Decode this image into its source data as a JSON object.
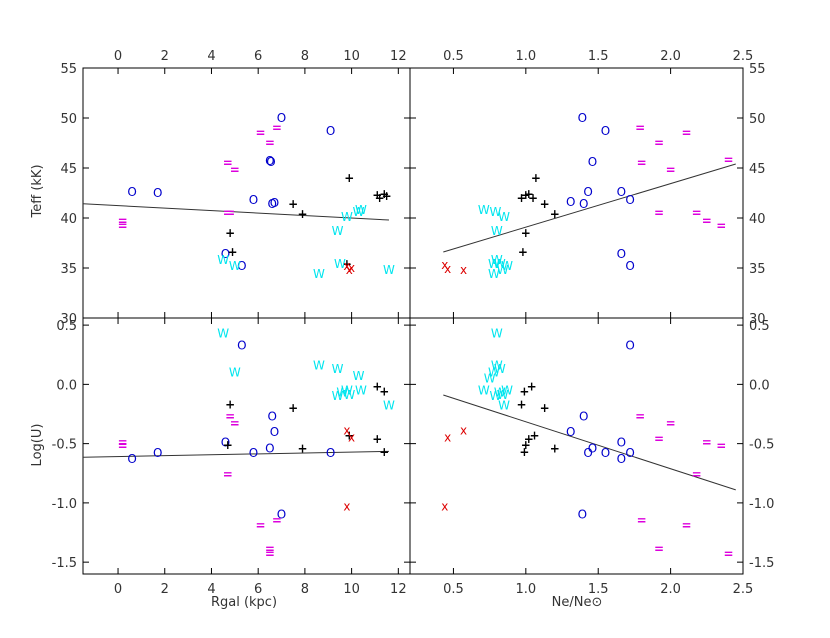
{
  "chart_data": {
    "type": "scatter",
    "x_axes": {
      "left": {
        "label": "Rgal (kpc)",
        "range": [
          -1.5,
          12.5
        ],
        "ticks": [
          0,
          2,
          4,
          6,
          8,
          10,
          12
        ]
      },
      "right": {
        "label": "Ne/Ne⊙",
        "range": [
          0.2,
          2.5
        ],
        "ticks": [
          0.5,
          1.0,
          1.5,
          2.0,
          2.5
        ]
      }
    },
    "y_axes": {
      "top": {
        "label": "Teff (kK)",
        "range": [
          30,
          55
        ],
        "ticks": [
          30,
          35,
          40,
          45,
          50,
          55
        ]
      },
      "bottom": {
        "label": "Log(U)",
        "range": [
          -1.6,
          0.56
        ],
        "ticks": [
          -1.5,
          -1.0,
          -0.5,
          0.0,
          0.5
        ]
      }
    },
    "grid": false,
    "marker_colors": {
      "O": "#0000cc",
      "W": "#00e5ee",
      "=": "#dd00dd",
      "+": "#000000",
      "X": "#dd0000"
    },
    "panels": [
      {
        "id": "rgal-teff",
        "xaxis": "left",
        "yaxis": "top",
        "fit": [
          [
            -1.5,
            41.42
          ],
          [
            11.6,
            39.8
          ]
        ],
        "points": [
          {
            "m": "O",
            "x": 0.6,
            "y": 42.6
          },
          {
            "m": "O",
            "x": 1.7,
            "y": 42.5
          },
          {
            "m": "O",
            "x": 4.6,
            "y": 36.4
          },
          {
            "m": "O",
            "x": 5.3,
            "y": 35.2
          },
          {
            "m": "O",
            "x": 5.8,
            "y": 41.8
          },
          {
            "m": "O",
            "x": 6.5,
            "y": 45.7
          },
          {
            "m": "O",
            "x": 6.55,
            "y": 45.6
          },
          {
            "m": "O",
            "x": 6.6,
            "y": 41.4
          },
          {
            "m": "O",
            "x": 6.7,
            "y": 41.5
          },
          {
            "m": "O",
            "x": 7.0,
            "y": 50.0
          },
          {
            "m": "O",
            "x": 9.1,
            "y": 48.7
          },
          {
            "m": "=",
            "x": 0.2,
            "y": 39.7
          },
          {
            "m": "=",
            "x": 0.2,
            "y": 39.2
          },
          {
            "m": "=",
            "x": 4.7,
            "y": 45.5
          },
          {
            "m": "=",
            "x": 5.0,
            "y": 44.8
          },
          {
            "m": "=",
            "x": 4.8,
            "y": 40.5
          },
          {
            "m": "=",
            "x": 4.7,
            "y": 40.5
          },
          {
            "m": "=",
            "x": 6.1,
            "y": 48.5
          },
          {
            "m": "=",
            "x": 6.5,
            "y": 47.5
          },
          {
            "m": "=",
            "x": 6.8,
            "y": 49.0
          },
          {
            "m": "+",
            "x": 4.8,
            "y": 38.5
          },
          {
            "m": "+",
            "x": 4.9,
            "y": 36.6
          },
          {
            "m": "+",
            "x": 7.5,
            "y": 41.4
          },
          {
            "m": "+",
            "x": 7.9,
            "y": 40.4
          },
          {
            "m": "+",
            "x": 9.9,
            "y": 44.0
          },
          {
            "m": "+",
            "x": 9.8,
            "y": 35.4
          },
          {
            "m": "+",
            "x": 11.1,
            "y": 42.3
          },
          {
            "m": "+",
            "x": 11.5,
            "y": 42.2
          },
          {
            "m": "+",
            "x": 11.2,
            "y": 42.0
          },
          {
            "m": "+",
            "x": 11.4,
            "y": 42.4
          },
          {
            "m": "W",
            "x": 4.5,
            "y": 35.8
          },
          {
            "m": "W",
            "x": 5.0,
            "y": 35.2
          },
          {
            "m": "W",
            "x": 8.6,
            "y": 34.4
          },
          {
            "m": "W",
            "x": 9.4,
            "y": 38.7
          },
          {
            "m": "W",
            "x": 9.5,
            "y": 35.4
          },
          {
            "m": "W",
            "x": 9.8,
            "y": 40.1
          },
          {
            "m": "W",
            "x": 10.3,
            "y": 40.6
          },
          {
            "m": "W",
            "x": 10.4,
            "y": 40.8
          },
          {
            "m": "W",
            "x": 11.6,
            "y": 34.8
          },
          {
            "m": "X",
            "x": 9.8,
            "y": 35.2
          },
          {
            "m": "X",
            "x": 9.9,
            "y": 34.8
          },
          {
            "m": "X",
            "x": 10.0,
            "y": 35.0
          }
        ]
      },
      {
        "id": "ne-teff",
        "xaxis": "right",
        "yaxis": "top",
        "fit": [
          [
            0.43,
            36.6
          ],
          [
            2.45,
            45.4
          ]
        ],
        "points": [
          {
            "m": "O",
            "x": 1.31,
            "y": 41.6
          },
          {
            "m": "O",
            "x": 1.4,
            "y": 41.4
          },
          {
            "m": "O",
            "x": 1.43,
            "y": 42.6
          },
          {
            "m": "O",
            "x": 1.46,
            "y": 45.6
          },
          {
            "m": "O",
            "x": 1.39,
            "y": 50.0
          },
          {
            "m": "O",
            "x": 1.55,
            "y": 48.7
          },
          {
            "m": "O",
            "x": 1.66,
            "y": 42.6
          },
          {
            "m": "O",
            "x": 1.72,
            "y": 41.8
          },
          {
            "m": "O",
            "x": 1.66,
            "y": 36.4
          },
          {
            "m": "O",
            "x": 1.72,
            "y": 35.2
          },
          {
            "m": "=",
            "x": 1.79,
            "y": 49.0
          },
          {
            "m": "=",
            "x": 1.8,
            "y": 45.5
          },
          {
            "m": "=",
            "x": 1.92,
            "y": 47.5
          },
          {
            "m": "=",
            "x": 2.0,
            "y": 44.8
          },
          {
            "m": "=",
            "x": 2.11,
            "y": 48.5
          },
          {
            "m": "=",
            "x": 1.92,
            "y": 40.5
          },
          {
            "m": "=",
            "x": 2.18,
            "y": 40.5
          },
          {
            "m": "=",
            "x": 2.25,
            "y": 39.7
          },
          {
            "m": "=",
            "x": 2.35,
            "y": 39.2
          },
          {
            "m": "=",
            "x": 2.4,
            "y": 45.8
          },
          {
            "m": "+",
            "x": 0.97,
            "y": 42.0
          },
          {
            "m": "+",
            "x": 1.0,
            "y": 42.3
          },
          {
            "m": "+",
            "x": 1.02,
            "y": 42.4
          },
          {
            "m": "+",
            "x": 1.05,
            "y": 42.0
          },
          {
            "m": "+",
            "x": 1.07,
            "y": 44.0
          },
          {
            "m": "+",
            "x": 1.13,
            "y": 41.4
          },
          {
            "m": "+",
            "x": 1.2,
            "y": 40.4
          },
          {
            "m": "+",
            "x": 1.0,
            "y": 38.5
          },
          {
            "m": "+",
            "x": 0.98,
            "y": 36.6
          },
          {
            "m": "W",
            "x": 0.71,
            "y": 40.8
          },
          {
            "m": "W",
            "x": 0.79,
            "y": 40.6
          },
          {
            "m": "W",
            "x": 0.85,
            "y": 40.1
          },
          {
            "m": "W",
            "x": 0.8,
            "y": 38.7
          },
          {
            "m": "W",
            "x": 0.8,
            "y": 35.8
          },
          {
            "m": "W",
            "x": 0.78,
            "y": 35.4
          },
          {
            "m": "W",
            "x": 0.82,
            "y": 35.4
          },
          {
            "m": "W",
            "x": 0.78,
            "y": 34.4
          },
          {
            "m": "W",
            "x": 0.87,
            "y": 35.2
          },
          {
            "m": "W",
            "x": 0.84,
            "y": 34.8
          },
          {
            "m": "X",
            "x": 0.44,
            "y": 35.3
          },
          {
            "m": "X",
            "x": 0.46,
            "y": 34.9
          },
          {
            "m": "X",
            "x": 0.57,
            "y": 34.8
          }
        ]
      },
      {
        "id": "rgal-logu",
        "xaxis": "left",
        "yaxis": "bottom",
        "fit": [
          [
            -1.5,
            -0.615
          ],
          [
            11.6,
            -0.565
          ]
        ],
        "points": [
          {
            "m": "O",
            "x": 0.6,
            "y": -0.63
          },
          {
            "m": "O",
            "x": 1.7,
            "y": -0.58
          },
          {
            "m": "O",
            "x": 4.6,
            "y": -0.49
          },
          {
            "m": "O",
            "x": 5.3,
            "y": 0.33
          },
          {
            "m": "O",
            "x": 5.8,
            "y": -0.58
          },
          {
            "m": "O",
            "x": 6.5,
            "y": -0.54
          },
          {
            "m": "O",
            "x": 6.6,
            "y": -0.27
          },
          {
            "m": "O",
            "x": 6.7,
            "y": -0.4
          },
          {
            "m": "O",
            "x": 7.0,
            "y": -1.1
          },
          {
            "m": "O",
            "x": 9.1,
            "y": -0.58
          },
          {
            "m": "=",
            "x": 0.2,
            "y": -0.49
          },
          {
            "m": "=",
            "x": 0.2,
            "y": -0.52
          },
          {
            "m": "=",
            "x": 4.7,
            "y": -0.76
          },
          {
            "m": "=",
            "x": 4.8,
            "y": -0.27
          },
          {
            "m": "=",
            "x": 5.0,
            "y": -0.33
          },
          {
            "m": "=",
            "x": 6.1,
            "y": -1.19
          },
          {
            "m": "=",
            "x": 6.5,
            "y": -1.39
          },
          {
            "m": "=",
            "x": 6.5,
            "y": -1.43
          },
          {
            "m": "=",
            "x": 6.8,
            "y": -1.15
          },
          {
            "m": "+",
            "x": 4.8,
            "y": -0.17
          },
          {
            "m": "+",
            "x": 4.7,
            "y": -0.51
          },
          {
            "m": "+",
            "x": 7.5,
            "y": -0.2
          },
          {
            "m": "+",
            "x": 7.9,
            "y": -0.54
          },
          {
            "m": "+",
            "x": 9.9,
            "y": -0.43
          },
          {
            "m": "+",
            "x": 11.1,
            "y": -0.02
          },
          {
            "m": "+",
            "x": 11.4,
            "y": -0.06
          },
          {
            "m": "+",
            "x": 11.1,
            "y": -0.46
          },
          {
            "m": "+",
            "x": 11.4,
            "y": -0.57
          },
          {
            "m": "W",
            "x": 4.5,
            "y": 0.43
          },
          {
            "m": "W",
            "x": 5.0,
            "y": 0.1
          },
          {
            "m": "W",
            "x": 8.6,
            "y": 0.16
          },
          {
            "m": "W",
            "x": 9.4,
            "y": 0.13
          },
          {
            "m": "W",
            "x": 9.4,
            "y": -0.1
          },
          {
            "m": "W",
            "x": 9.6,
            "y": -0.07
          },
          {
            "m": "W",
            "x": 9.8,
            "y": -0.05
          },
          {
            "m": "W",
            "x": 9.9,
            "y": -0.09
          },
          {
            "m": "W",
            "x": 10.3,
            "y": 0.07
          },
          {
            "m": "W",
            "x": 10.4,
            "y": -0.05
          },
          {
            "m": "W",
            "x": 11.6,
            "y": -0.18
          },
          {
            "m": "X",
            "x": 9.8,
            "y": -0.39
          },
          {
            "m": "X",
            "x": 10.0,
            "y": -0.45
          },
          {
            "m": "X",
            "x": 9.8,
            "y": -1.03
          }
        ]
      },
      {
        "id": "ne-logu",
        "xaxis": "right",
        "yaxis": "bottom",
        "fit": [
          [
            0.43,
            -0.09
          ],
          [
            2.45,
            -0.89
          ]
        ],
        "points": [
          {
            "m": "O",
            "x": 1.31,
            "y": -0.4
          },
          {
            "m": "O",
            "x": 1.4,
            "y": -0.27
          },
          {
            "m": "O",
            "x": 1.43,
            "y": -0.58
          },
          {
            "m": "O",
            "x": 1.46,
            "y": -0.54
          },
          {
            "m": "O",
            "x": 1.39,
            "y": -1.1
          },
          {
            "m": "O",
            "x": 1.55,
            "y": -0.58
          },
          {
            "m": "O",
            "x": 1.66,
            "y": -0.49
          },
          {
            "m": "O",
            "x": 1.66,
            "y": -0.63
          },
          {
            "m": "O",
            "x": 1.72,
            "y": -0.58
          },
          {
            "m": "O",
            "x": 1.72,
            "y": 0.33
          },
          {
            "m": "=",
            "x": 1.79,
            "y": -0.27
          },
          {
            "m": "=",
            "x": 1.8,
            "y": -1.15
          },
          {
            "m": "=",
            "x": 1.92,
            "y": -0.46
          },
          {
            "m": "=",
            "x": 1.92,
            "y": -1.39
          },
          {
            "m": "=",
            "x": 2.0,
            "y": -0.33
          },
          {
            "m": "=",
            "x": 2.11,
            "y": -1.19
          },
          {
            "m": "=",
            "x": 2.18,
            "y": -0.76
          },
          {
            "m": "=",
            "x": 2.25,
            "y": -0.49
          },
          {
            "m": "=",
            "x": 2.35,
            "y": -0.52
          },
          {
            "m": "=",
            "x": 2.4,
            "y": -1.43
          },
          {
            "m": "+",
            "x": 0.97,
            "y": -0.17
          },
          {
            "m": "+",
            "x": 0.99,
            "y": -0.06
          },
          {
            "m": "+",
            "x": 1.04,
            "y": -0.02
          },
          {
            "m": "+",
            "x": 0.99,
            "y": -0.57
          },
          {
            "m": "+",
            "x": 1.0,
            "y": -0.51
          },
          {
            "m": "+",
            "x": 1.02,
            "y": -0.46
          },
          {
            "m": "+",
            "x": 1.06,
            "y": -0.43
          },
          {
            "m": "+",
            "x": 1.13,
            "y": -0.2
          },
          {
            "m": "+",
            "x": 1.2,
            "y": -0.54
          },
          {
            "m": "W",
            "x": 0.71,
            "y": -0.05
          },
          {
            "m": "W",
            "x": 0.75,
            "y": 0.05
          },
          {
            "m": "W",
            "x": 0.78,
            "y": 0.1
          },
          {
            "m": "W",
            "x": 0.8,
            "y": 0.16
          },
          {
            "m": "W",
            "x": 0.82,
            "y": 0.13
          },
          {
            "m": "W",
            "x": 0.8,
            "y": 0.43
          },
          {
            "m": "W",
            "x": 0.79,
            "y": -0.1
          },
          {
            "m": "W",
            "x": 0.82,
            "y": -0.07
          },
          {
            "m": "W",
            "x": 0.84,
            "y": -0.09
          },
          {
            "m": "W",
            "x": 0.87,
            "y": -0.05
          },
          {
            "m": "W",
            "x": 0.85,
            "y": -0.18
          },
          {
            "m": "X",
            "x": 0.44,
            "y": -1.03
          },
          {
            "m": "X",
            "x": 0.46,
            "y": -0.45
          },
          {
            "m": "X",
            "x": 0.57,
            "y": -0.39
          }
        ]
      }
    ]
  }
}
